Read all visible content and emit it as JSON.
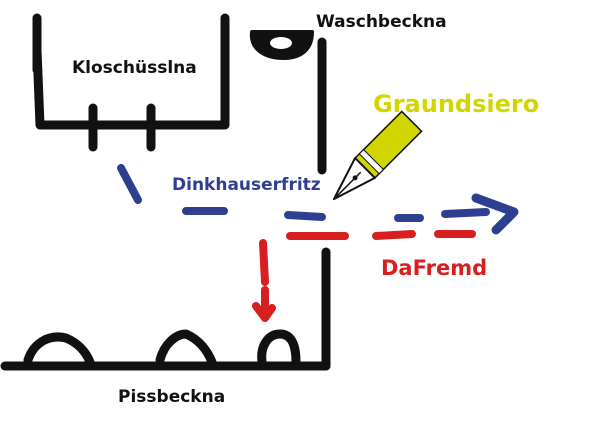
{
  "labels": {
    "kloschuessel": "Kloschüsslna",
    "waschbecken": "Waschbeckna",
    "graundsiero": "Graundsiero",
    "dinkhauserfritz": "Dinkhauserfritz",
    "dafremd": "DaFremd",
    "pissbecken": "Pissbeckna"
  },
  "colors": {
    "walls": "#111111",
    "blue_path": "#2e3f8f",
    "red_path": "#d81f1f",
    "yellow": "#d2d600",
    "background": "#ffffff"
  },
  "icons": {
    "pen": "fountain-pen-icon",
    "arrow": "arrow-right-icon"
  }
}
